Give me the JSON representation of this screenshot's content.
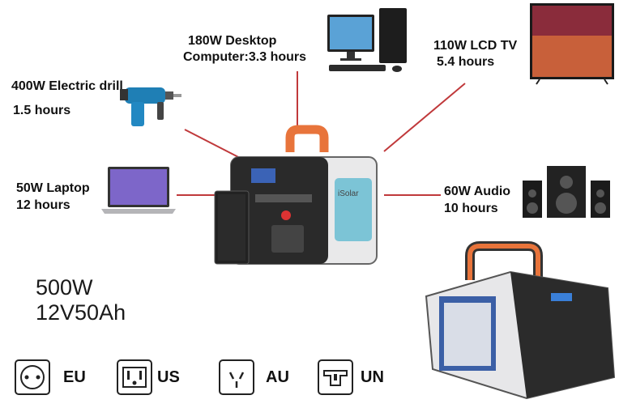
{
  "devices": {
    "drill": {
      "title": "400W Electric drill",
      "runtime": "1.5 hours"
    },
    "desktop": {
      "title": "180W Desktop",
      "runtime": "Computer:3.3 hours"
    },
    "tv": {
      "title": "110W LCD TV",
      "runtime": "5.4 hours"
    },
    "laptop": {
      "title": "50W Laptop",
      "runtime": "12 hours"
    },
    "audio": {
      "title": "60W Audio",
      "runtime": "10 hours"
    }
  },
  "specs": {
    "power": "500W",
    "battery": "12V50Ah"
  },
  "product": {
    "panel_brand": "iSolar"
  },
  "plugs": [
    {
      "label": "EU",
      "icon": "eu-plug-icon"
    },
    {
      "label": "US",
      "icon": "us-plug-icon"
    },
    {
      "label": "AU",
      "icon": "au-plug-icon"
    },
    {
      "label": "UN",
      "icon": "universal-plug-icon"
    }
  ],
  "colors": {
    "connector_line": "#c0393b",
    "handle": "#e8743b",
    "body": "#e9e9ea",
    "panel": "#2a2a2a"
  }
}
